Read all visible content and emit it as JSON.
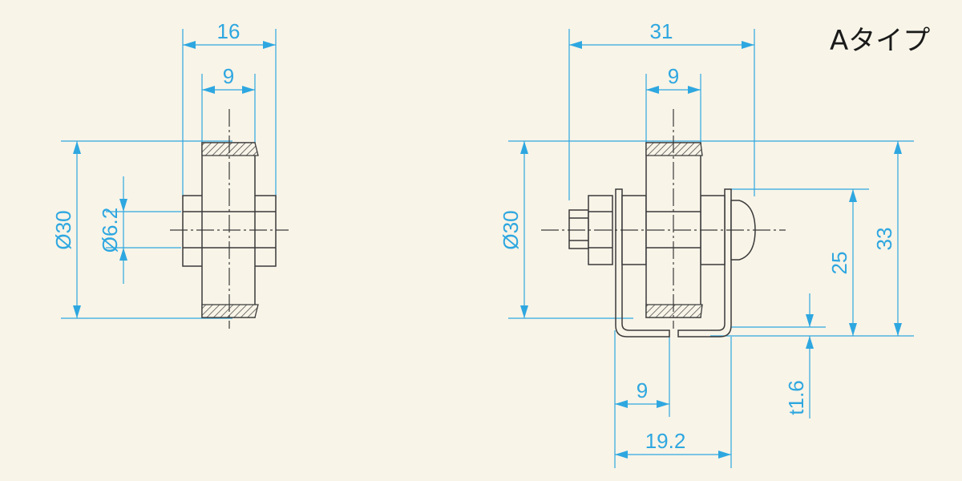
{
  "title": "Aタイプ",
  "left_view": {
    "width_overall": "16",
    "width_wheel": "9",
    "diameter_wheel": "Ø30",
    "diameter_bore": "Ø6.2"
  },
  "right_view": {
    "width_overall": "31",
    "width_wheel": "9",
    "diameter_wheel": "Ø30",
    "height_mount": "25",
    "height_overall": "33",
    "thickness": "t1.6",
    "offset_9": "9",
    "offset_19_2": "19.2"
  },
  "colors": {
    "background": "#f8f4e8",
    "dimension": "#2ea7e0",
    "drawing": "#3a3a3a",
    "title": "#1a1a1a"
  }
}
